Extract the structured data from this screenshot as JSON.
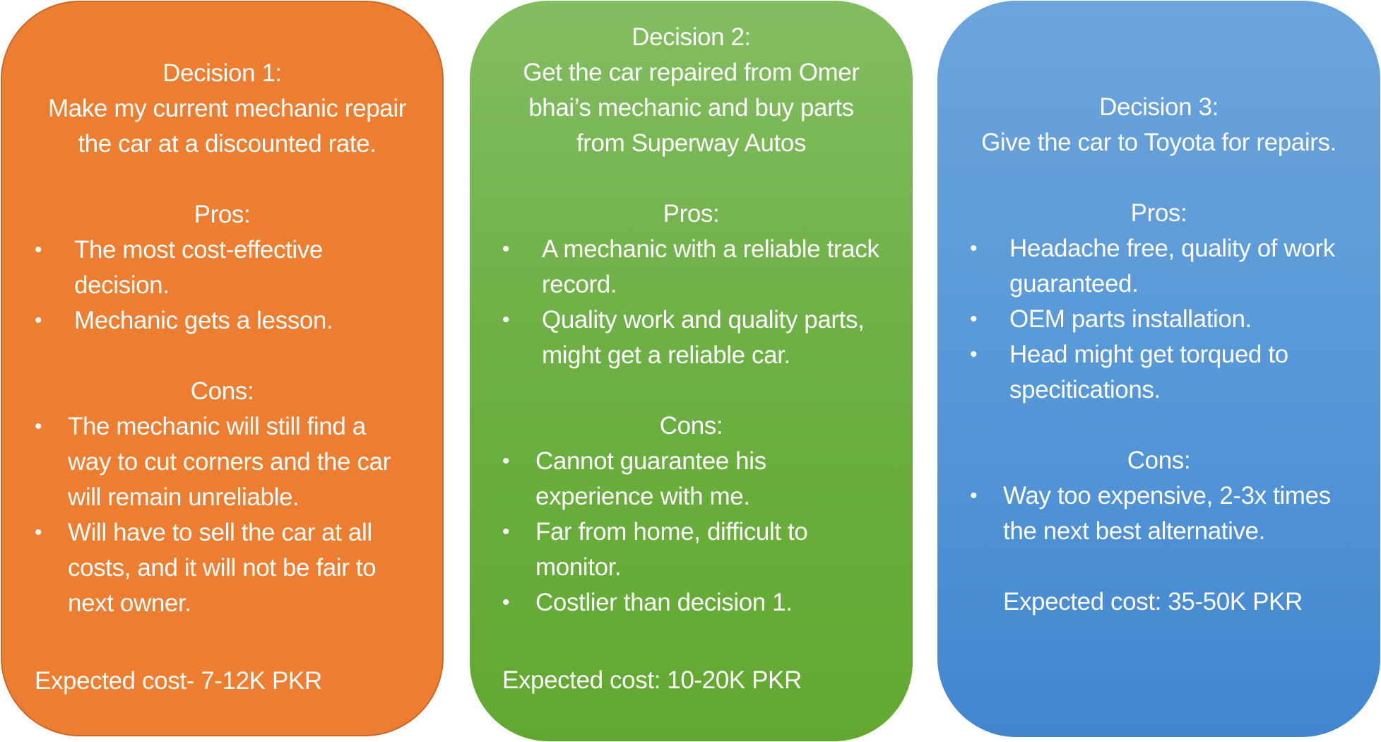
{
  "decisions": [
    {
      "heading": "Decision 1:",
      "title": "Make my current mechanic repair the car at a discounted rate.",
      "pros_label": "Pros:",
      "pros": [
        "The most cost-effective decision.",
        "Mechanic gets a lesson."
      ],
      "cons_label": "Cons:",
      "cons": [
        "The mechanic will still find a way to cut corners and the car will remain unreliable.",
        "Will have to sell the car at all costs, and it will not be fair to next owner."
      ],
      "expected_cost": "Expected cost- 7-12K PKR",
      "color": "#ed7d31"
    },
    {
      "heading": "Decision 2:",
      "title": "Get the car repaired from Omer bhai’s mechanic and buy parts from Superway Autos",
      "pros_label": "Pros:",
      "pros": [
        "A mechanic with a reliable track record.",
        "Quality work and quality parts, might get a reliable car."
      ],
      "cons_label": "Cons:",
      "cons": [
        "Cannot guarantee his experience with me.",
        "Far from home, difficult to monitor.",
        "Costlier than decision 1."
      ],
      "expected_cost": "Expected cost: 10-20K PKR",
      "color": "#6eb045"
    },
    {
      "heading": "Decision 3:",
      "title": "Give the car to Toyota for repairs.",
      "pros_label": "Pros:",
      "pros": [
        "Headache free, quality of work guaranteed.",
        "OEM parts installation.",
        "Head might get torqued to specitications."
      ],
      "cons_label": "Cons:",
      "cons": [
        "Way too expensive, 2-3x times the next best alternative."
      ],
      "expected_cost": "Expected cost: 35-50K PKR",
      "color": "#5798d8"
    }
  ]
}
